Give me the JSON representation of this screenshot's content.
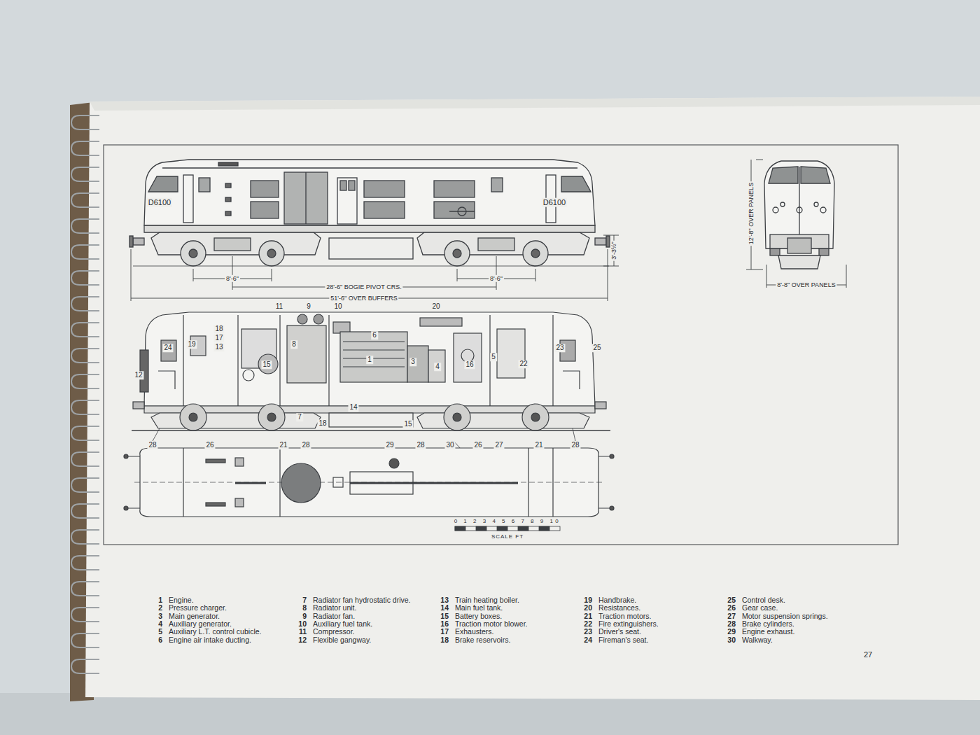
{
  "diagram": {
    "labels": [
      "D6100",
      "D6100",
      "3'-3½\"",
      "8'-6\"",
      "8'-6\"",
      "28'-6\" BOGIE PIVOT CRS.",
      "51'-6\" OVER BUFFERS",
      "12'-8\" OVER PANELS",
      "8'-8\" OVER PANELS",
      "11",
      "9",
      "10",
      "20",
      "18",
      "17",
      "13",
      "24",
      "19",
      "12",
      "8",
      "6",
      "1",
      "3",
      "4",
      "5",
      "16",
      "22",
      "23",
      "25",
      "15",
      "7",
      "18",
      "14",
      "15",
      "28",
      "26",
      "21",
      "28",
      "29",
      "28",
      "30",
      "26",
      "27",
      "21",
      "28",
      "0 1 2 3 4 5 6 7 8 9 10",
      "SCALE FT",
      "27",
      "1",
      "Engine.",
      "2",
      "Pressure charger.",
      "3",
      "Main generator.",
      "4",
      "Auxiliary generator.",
      "5",
      "Auxiliary L.T. control cubicle.",
      "6",
      "Engine air intake ducting.",
      "7",
      "Radiator fan hydrostatic drive.",
      "8",
      "Radiator unit.",
      "9",
      "Radiator fan.",
      "10",
      "Auxiliary fuel tank.",
      "11",
      "Compressor.",
      "12",
      "Flexible gangway.",
      "13",
      "Train heating boiler.",
      "14",
      "Main fuel tank.",
      "15",
      "Battery boxes.",
      "16",
      "Traction motor blower.",
      "17",
      "Exhausters.",
      "18",
      "Brake reservoirs.",
      "19",
      "Handbrake.",
      "20",
      "Resistances.",
      "21",
      "Traction motors.",
      "22",
      "Fire extinguishers.",
      "23",
      "Driver's seat.",
      "24",
      "Fireman's seat.",
      "25",
      "Control desk.",
      "26",
      "Gear case.",
      "27",
      "Motor suspension springs.",
      "28",
      "Brake cylinders.",
      "29",
      "Engine exhaust.",
      "30",
      "Walkway."
    ]
  }
}
